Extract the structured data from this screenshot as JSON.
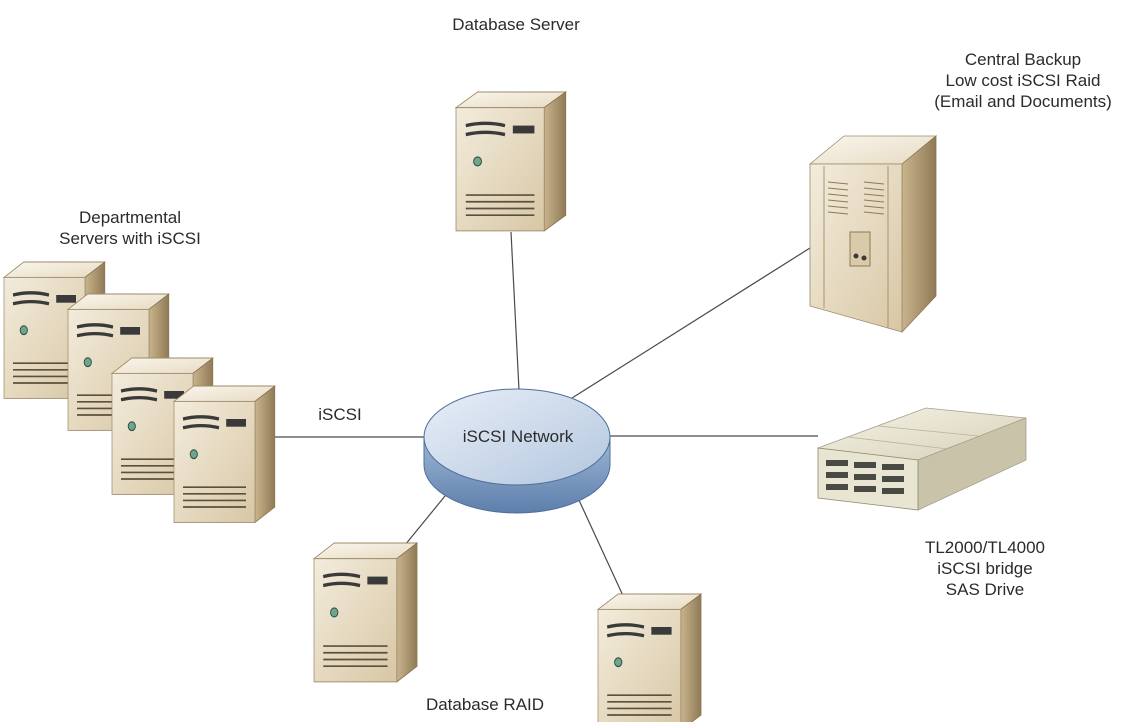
{
  "labels": {
    "database_server": "Database Server",
    "central_backup": [
      "Central Backup",
      "Low cost iSCSI Raid",
      "(Email and Documents)"
    ],
    "departmental": [
      "Departmental",
      "Servers with iSCSI"
    ],
    "iscsi_link": "iSCSI",
    "network": "iSCSI Network",
    "tape_library": [
      "TL2000/TL4000",
      "iSCSI bridge",
      "SAS Drive"
    ],
    "database_raid": "Database RAID"
  },
  "colors": {
    "server_front": "#e4d7bd",
    "server_side": "#b9a37c",
    "server_top": "#f3ebdb",
    "network_top": "#c5d4e7",
    "network_side": "#7f9fc6",
    "line": "#4a4a4a"
  },
  "icons": {
    "server": "tower-server-icon",
    "rack": "backup-cabinet-icon",
    "network": "network-cylinder-icon",
    "tape": "tape-library-icon"
  }
}
